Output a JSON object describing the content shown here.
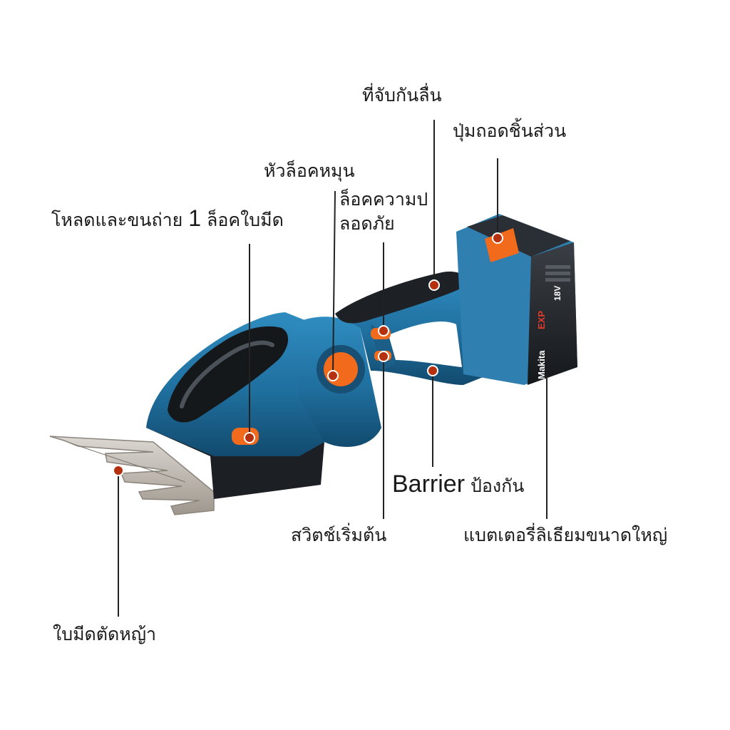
{
  "colors": {
    "body_blue": "#1f6f9e",
    "body_dark": "#15507a",
    "grip_black": "#1d2126",
    "orange_accent": "#f26a1b",
    "marker_red": "#b5300f",
    "blade_steel": "#b9b4ad",
    "line_color": "#222222"
  },
  "labels": {
    "anti_slip_grip": "ที่จับกันลื่น",
    "release_button": "ปุ่มถอดชิ้นส่วน",
    "rotating_lock_head": "หัวล็อคหมุน",
    "load_unload_pre": "โหลดและขนถ่าย",
    "load_unload_num": "1",
    "load_unload_post": "ล็อคใบมีด",
    "safety_lock_line1": "ล็อคความป",
    "safety_lock_line2": "ลอดภัย",
    "barrier_latin": "Barrier",
    "barrier_thai": "ป้องกัน",
    "start_switch": "สวิตช์เริ่มต้น",
    "battery": "แบตเตอรี่ลิเธียมขนาดใหญ่",
    "blade": "ใบมีดตัดหญ้า"
  },
  "battery_print": {
    "brand": "Makita",
    "voltage": "18V",
    "logo": "EXP"
  },
  "icons": {
    "callout_marker": "red-dot-marker"
  }
}
